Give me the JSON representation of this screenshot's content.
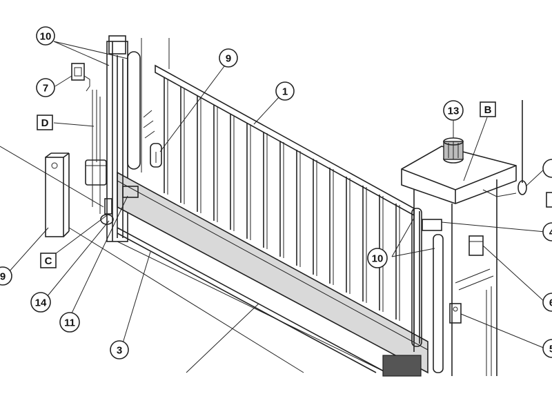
{
  "callouts": {
    "c1": "1",
    "c3": "3",
    "c7": "7",
    "c9_left": "9",
    "c9_top": "9",
    "c10_left": "10",
    "c10_right": "10",
    "c11": "11",
    "c13": "13",
    "c14": "14",
    "c4_partial": "4",
    "c6_partial": "6",
    "c5_partial": "5",
    "c12_partial": "",
    "c8_partial": ""
  },
  "letter_boxes": {
    "B": "B",
    "C": "C",
    "D": "D",
    "E_partial": ""
  },
  "colors": {
    "line": "#222222",
    "gate_rail_fill": "#d9d9d9",
    "background": "#ffffff"
  }
}
